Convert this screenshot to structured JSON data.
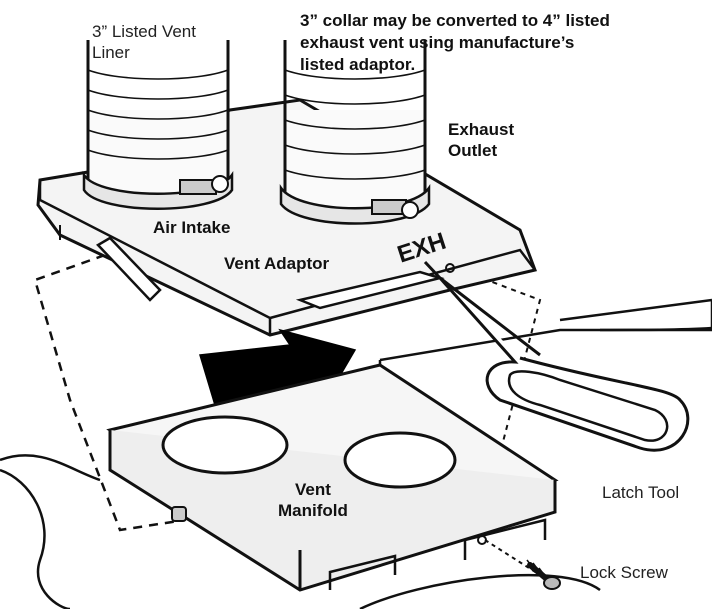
{
  "diagram": {
    "labels": {
      "liner_line1": "3” Listed Vent",
      "liner_line2": "Liner",
      "note_line1": "3” collar may be converted to 4” listed",
      "note_line2": "exhaust vent using manufacture’s",
      "note_line3": "listed adaptor.",
      "exhaust_line1": "Exhaust",
      "exhaust_line2": "Outlet",
      "air_intake": "Air Intake",
      "vent_adaptor": "Vent Adaptor",
      "exh_stamp": "EXH",
      "manifold_line1": "Vent",
      "manifold_line2": "Manifold",
      "latch_tool": "Latch Tool",
      "lock_screw": "Lock Screw"
    },
    "colors": {
      "ink": "#111111",
      "plate": "#f2f2f2",
      "shadow": "#d9d9d9",
      "arrow": "#000000"
    }
  }
}
